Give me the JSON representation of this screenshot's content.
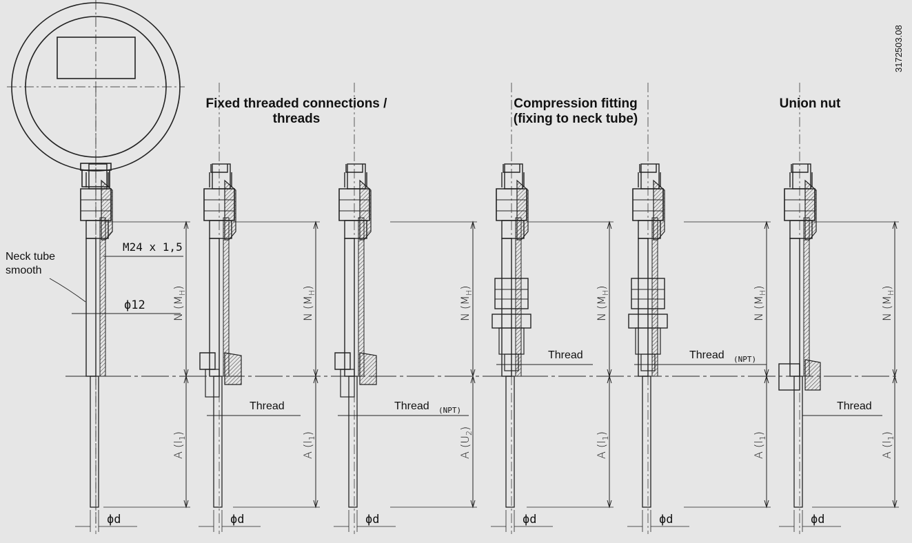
{
  "doc_number": "3172503.08",
  "titles": {
    "fixed": [
      "Fixed threaded connections /",
      "threads"
    ],
    "compression": [
      "Compression fitting",
      "(fixing to neck tube)"
    ],
    "union": [
      "Union nut"
    ]
  },
  "neck_tube_label": [
    "Neck tube",
    "smooth"
  ],
  "labels": {
    "m24": "M24 x 1,5",
    "phi12": "ϕ12",
    "phid": "ϕd",
    "thread": "Thread",
    "npt": "(NPT)",
    "n": "N (M",
    "n_sub": "H",
    "a": "A (l",
    "a_sub": "1",
    "au": "A (U",
    "au_sub": "2",
    "close": ")"
  }
}
